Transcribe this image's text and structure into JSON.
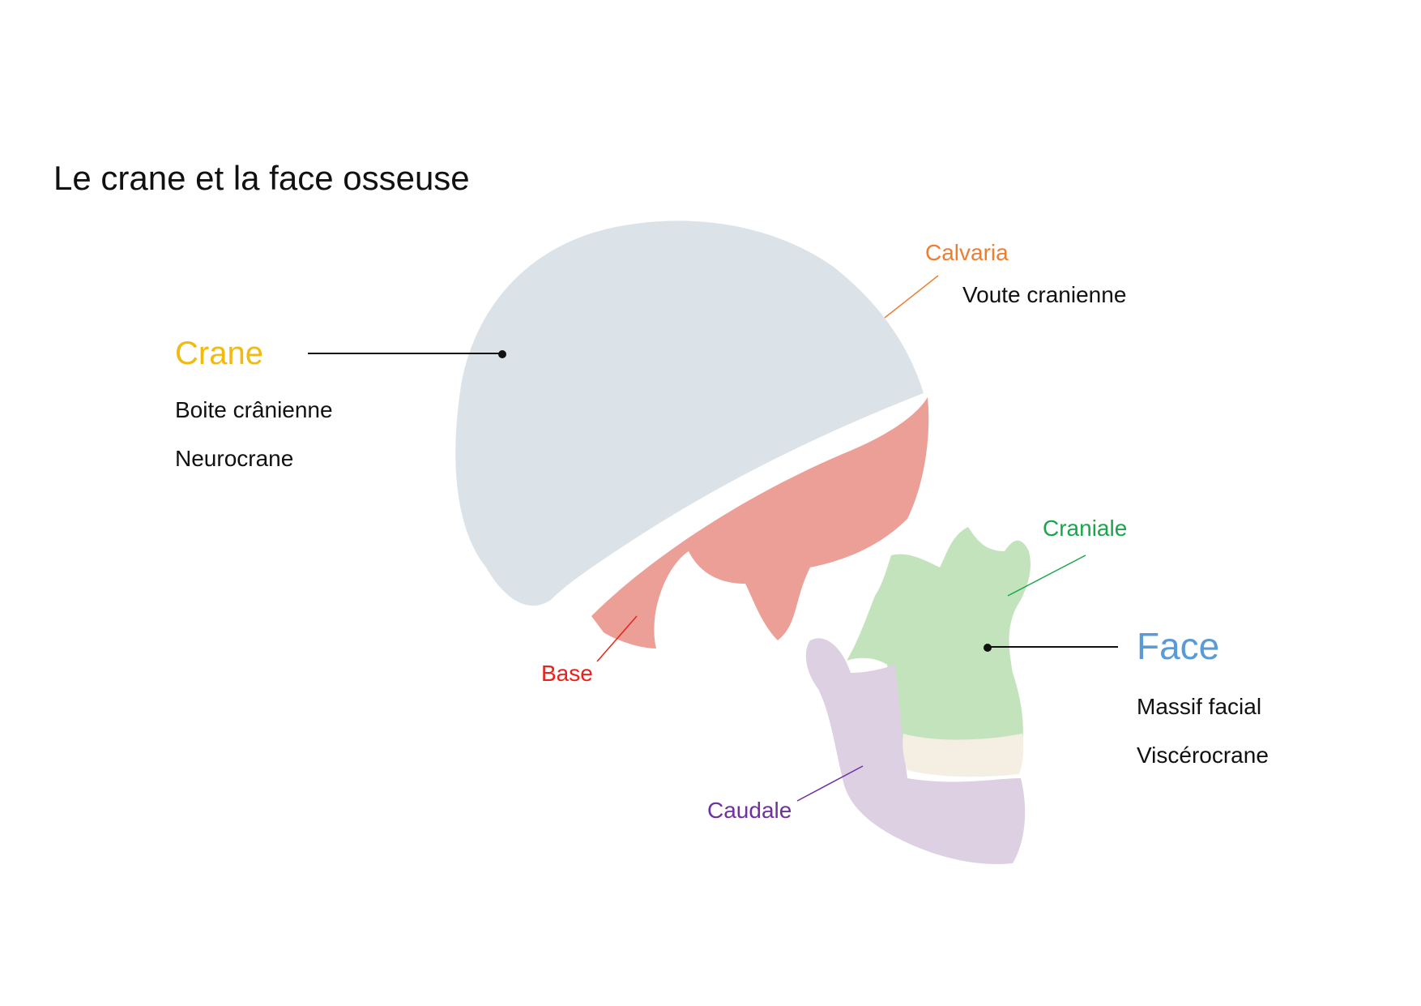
{
  "title": "Le crane et la face osseuse",
  "colors": {
    "crane": "#f2b90f",
    "calvaria": "#ed7d31",
    "base": "#e8231c",
    "craniale": "#1aa64a",
    "face": "#5b9bd5",
    "caudale": "#7030a0",
    "text": "#111111",
    "skull_vault": "#dbe3e8",
    "skull_base": "#ec9f96",
    "maxilla": "#c3e3bd",
    "mandible": "#dcd0e2",
    "teeth": "#f4efe2"
  },
  "labels": {
    "crane": {
      "heading": "Crane",
      "lines": [
        "Boite crânienne",
        "Neurocrane"
      ]
    },
    "calvaria": {
      "heading": "Calvaria",
      "sub": "Voute cranienne"
    },
    "base": {
      "heading": "Base"
    },
    "craniale": {
      "heading": "Craniale"
    },
    "face": {
      "heading": "Face",
      "lines": [
        "Massif facial",
        "Viscérocrane"
      ]
    },
    "caudale": {
      "heading": "Caudale"
    }
  }
}
